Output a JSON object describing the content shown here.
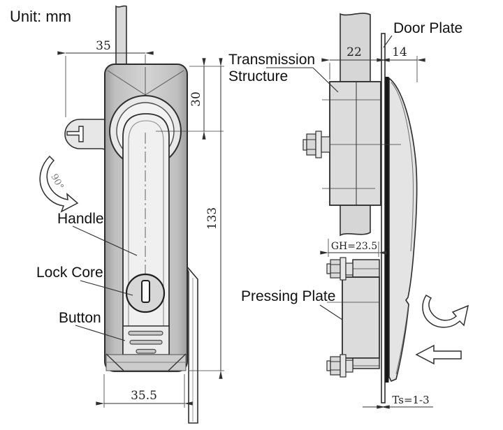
{
  "unit_label": "Unit: mm",
  "front_view": {
    "labels": {
      "handle": "Handle",
      "lock_core": "Lock Core",
      "button": "Button"
    },
    "dims": {
      "top_width": "35",
      "pivot_offset": "30",
      "height": "133",
      "bottom_width": "35.5",
      "rotation": "90°"
    }
  },
  "side_view": {
    "labels": {
      "door_plate": "Door Plate",
      "transmission_1": "Transmission",
      "transmission_2": "Structure",
      "pressing_plate": "Pressing Plate"
    },
    "dims": {
      "depth_behind": "22",
      "depth_front": "14",
      "grip_height": "GH=23.5",
      "door_thickness": "Ts=1-3"
    }
  },
  "colors": {
    "outline": "#2f2f2f",
    "body_fill": "#c9c9c9",
    "panel_fill": "#efefef",
    "block_fill": "#dcdcdc",
    "gasket": "#161616",
    "background": "#ffffff"
  }
}
